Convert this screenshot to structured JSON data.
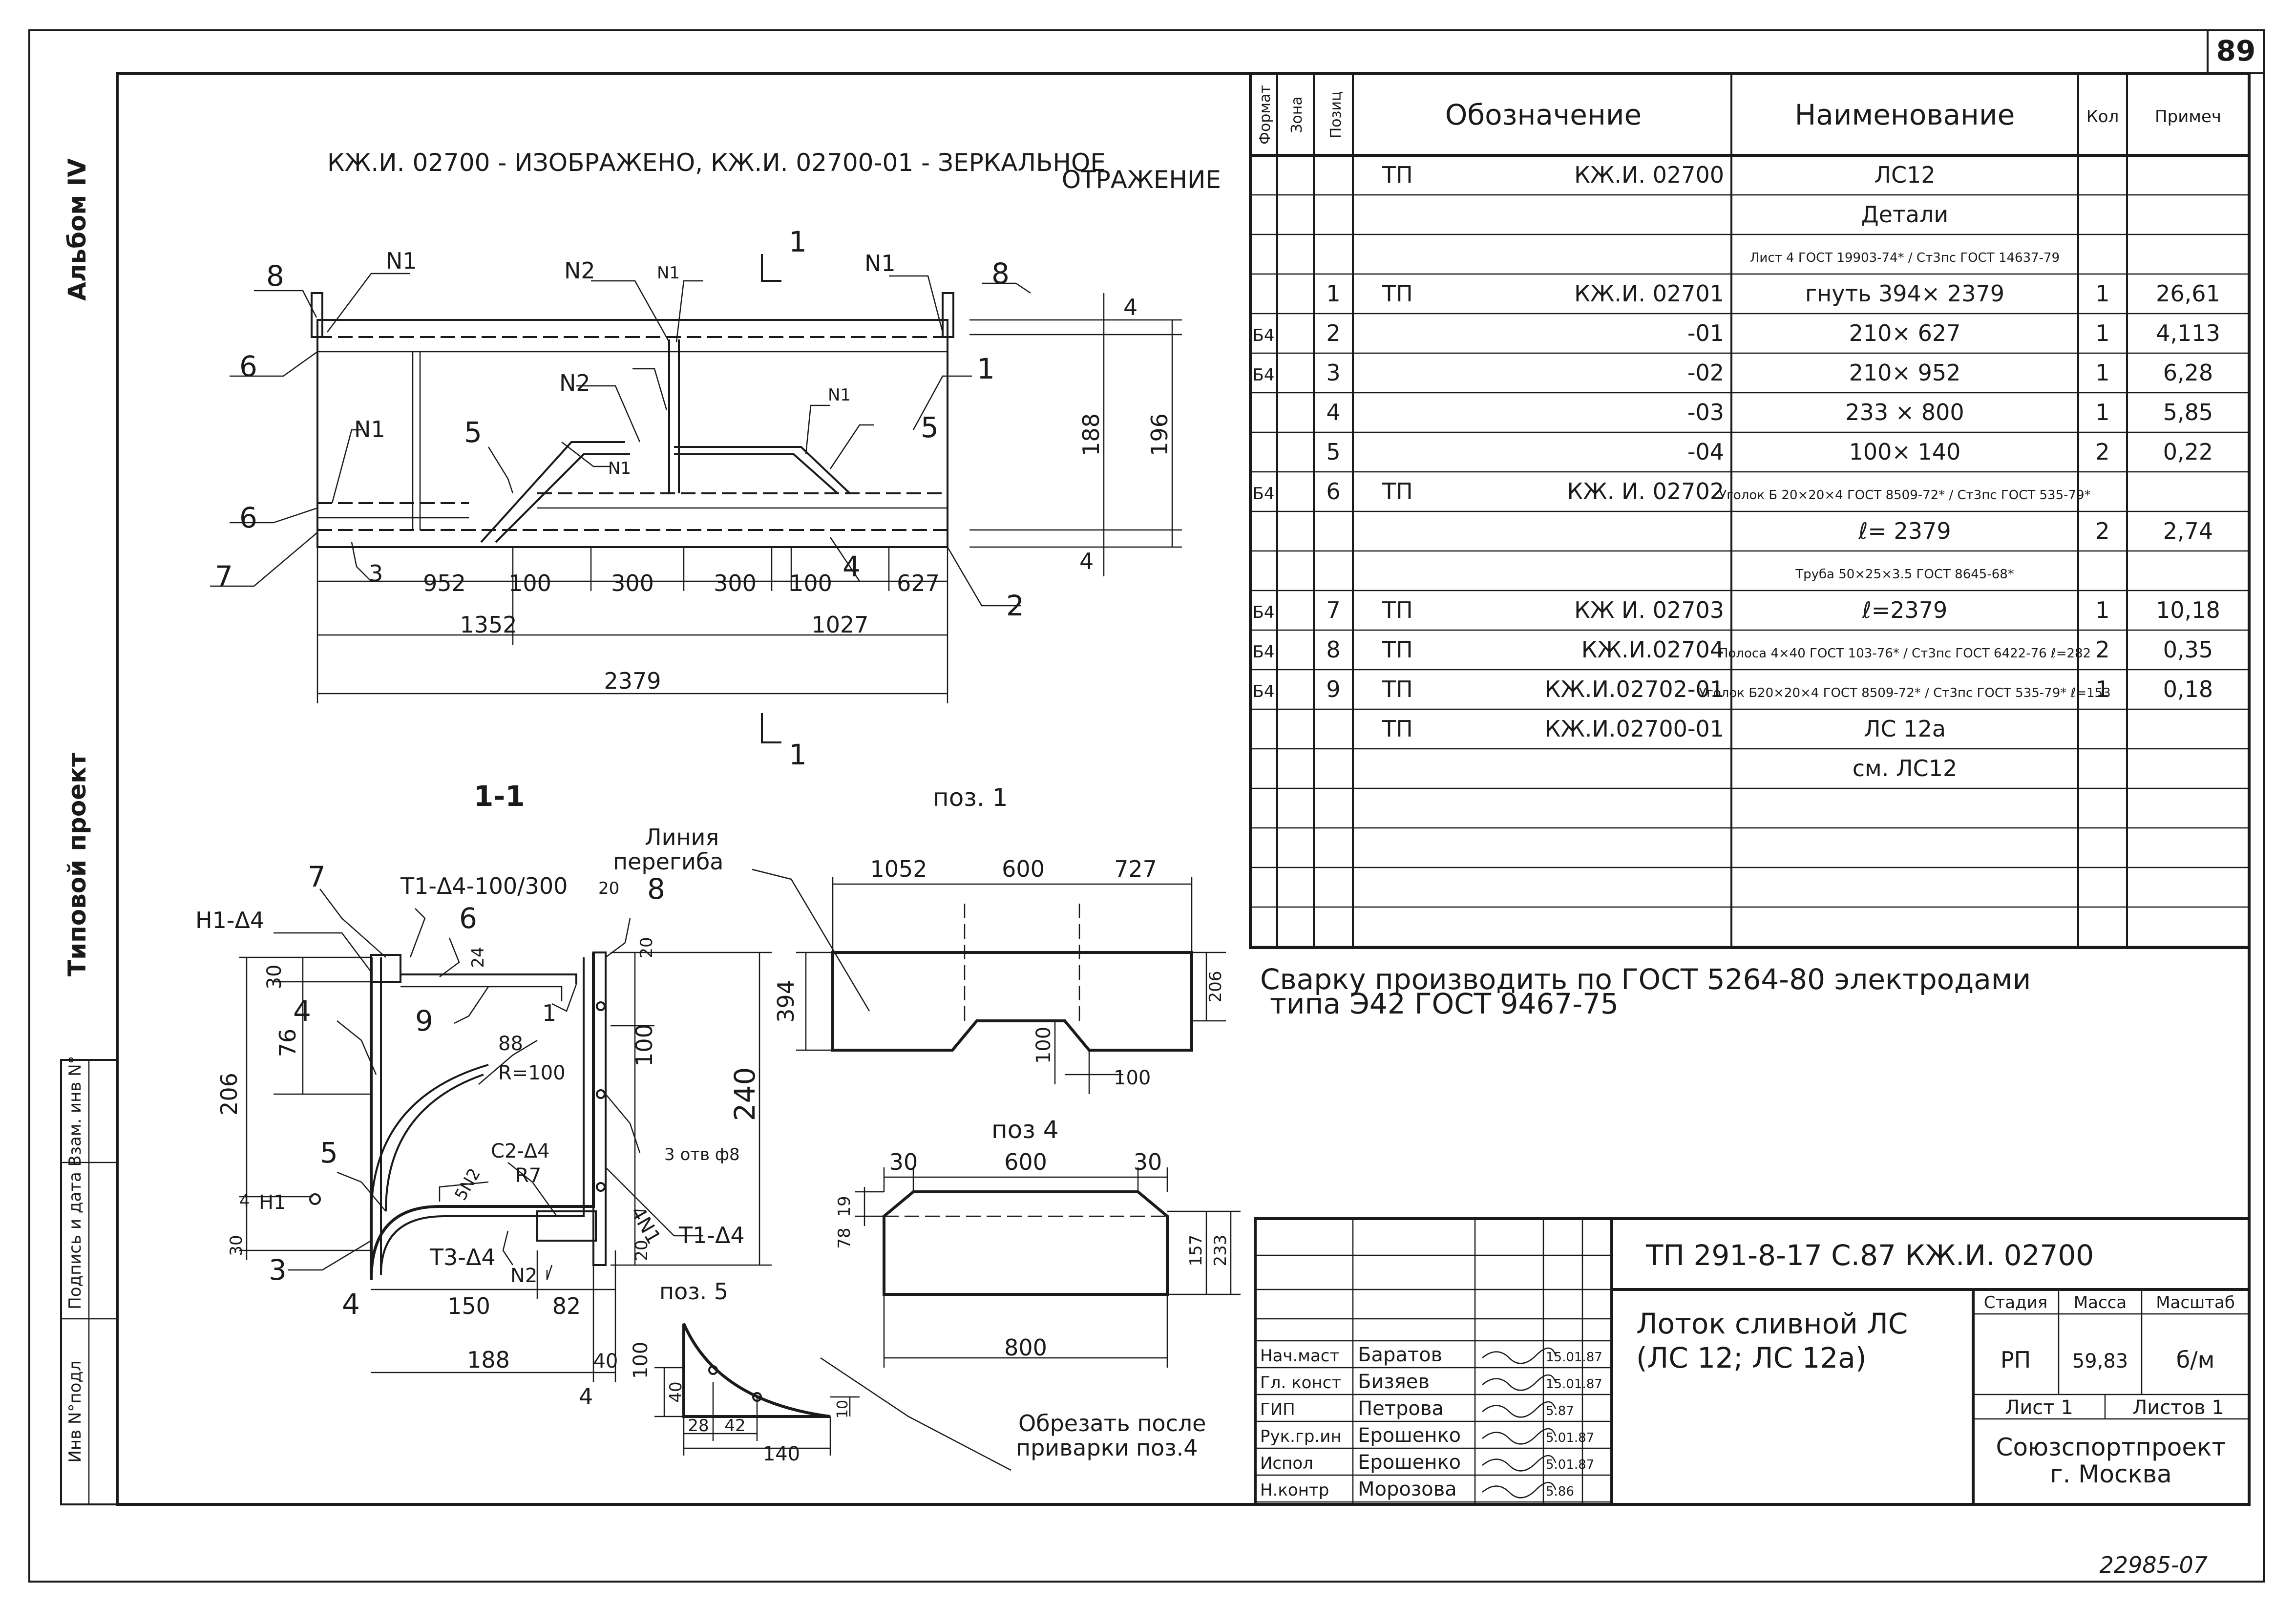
{
  "sheet_number": "89",
  "archive_number": "22985-07",
  "side": {
    "album": "Альбом IV",
    "project_type": "Типовой проект",
    "field_labels": [
      "Инв N°подл",
      "Подпись и дата",
      "Взам. инв N°"
    ]
  },
  "top_note_1": "КЖ.И. 02700 - ИЗОБРАЖЕНО, КЖ.И. 02700-01 - ЗЕРКАЛЬНОЕ",
  "top_note_2": "ОТРАЖЕНИЕ",
  "spec": {
    "headers": [
      "Формат",
      "Зона",
      "Позиц",
      "Обозначение",
      "Наименование",
      "Кол",
      "Примеч"
    ],
    "rows": [
      {
        "fmt": "",
        "pos": "",
        "code": "ТП",
        "desig": "КЖ.И. 02700",
        "name": "ЛС12",
        "qty": "",
        "note": ""
      },
      {
        "fmt": "",
        "pos": "",
        "code": "",
        "desig": "",
        "name": "Детали",
        "qty": "",
        "note": ""
      },
      {
        "fmt": "",
        "pos": "",
        "code": "",
        "desig": "",
        "name": "Лист 4 ГОСТ 19903-74* / Ст3пс ГОСТ 14637-79",
        "qty": "",
        "note": ""
      },
      {
        "fmt": "",
        "pos": "1",
        "code": "ТП",
        "desig": "КЖ.И. 02701",
        "name": "гнуть 394× 2379",
        "qty": "1",
        "note": "26,61"
      },
      {
        "fmt": "Б4",
        "pos": "2",
        "code": "",
        "desig": "-01",
        "name": "210× 627",
        "qty": "1",
        "note": "4,113"
      },
      {
        "fmt": "Б4",
        "pos": "3",
        "code": "",
        "desig": "-02",
        "name": "210× 952",
        "qty": "1",
        "note": "6,28"
      },
      {
        "fmt": "",
        "pos": "4",
        "code": "",
        "desig": "-03",
        "name": "233 × 800",
        "qty": "1",
        "note": "5,85"
      },
      {
        "fmt": "",
        "pos": "5",
        "code": "",
        "desig": "-04",
        "name": "100× 140",
        "qty": "2",
        "note": "0,22"
      },
      {
        "fmt": "Б4",
        "pos": "6",
        "code": "ТП",
        "desig": "КЖ. И. 02702",
        "name": "Уголок Б 20×20×4 ГОСТ 8509-72* / Ст3пс ГОСТ 535-79*",
        "qty": "",
        "note": ""
      },
      {
        "fmt": "",
        "pos": "",
        "code": "",
        "desig": "",
        "name": "ℓ= 2379",
        "qty": "2",
        "note": "2,74"
      },
      {
        "fmt": "",
        "pos": "",
        "code": "",
        "desig": "",
        "name": "Труба 50×25×3.5 ГОСТ 8645-68*",
        "qty": "",
        "note": ""
      },
      {
        "fmt": "Б4",
        "pos": "7",
        "code": "ТП",
        "desig": "КЖ И. 02703",
        "name": "ℓ=2379",
        "qty": "1",
        "note": "10,18"
      },
      {
        "fmt": "Б4",
        "pos": "8",
        "code": "ТП",
        "desig": "КЖ.И.02704",
        "name": "Полоса 4×40 ГОСТ 103-76* / Ст3пс ГОСТ 6422-76 ℓ=282",
        "qty": "2",
        "note": "0,35"
      },
      {
        "fmt": "Б4",
        "pos": "9",
        "code": "ТП",
        "desig": "КЖ.И.02702-01",
        "name": "Уголок Б20×20×4 ГОСТ 8509-72* / Ст3пс ГОСТ 535-79* ℓ=153",
        "qty": "1",
        "note": "0,18"
      },
      {
        "fmt": "",
        "pos": "",
        "code": "ТП",
        "desig": "КЖ.И.02700-01",
        "name": "ЛС 12а",
        "qty": "",
        "note": ""
      },
      {
        "fmt": "",
        "pos": "",
        "code": "",
        "desig": "",
        "name": "см. ЛС12",
        "qty": "",
        "note": ""
      },
      {
        "fmt": "",
        "pos": "",
        "code": "",
        "desig": "",
        "name": "",
        "qty": "",
        "note": ""
      },
      {
        "fmt": "",
        "pos": "",
        "code": "",
        "desig": "",
        "name": "",
        "qty": "",
        "note": ""
      },
      {
        "fmt": "",
        "pos": "",
        "code": "",
        "desig": "",
        "name": "",
        "qty": "",
        "note": ""
      },
      {
        "fmt": "",
        "pos": "",
        "code": "",
        "desig": "",
        "name": "",
        "qty": "",
        "note": ""
      }
    ]
  },
  "welding_note_1": "Сварку производить по ГОСТ 5264-80   электродами",
  "welding_note_2": "типа Э42 ГОСТ 9467-75",
  "front_view": {
    "labels": [
      "8",
      "N1",
      "N2",
      "N1",
      "1",
      "N1",
      "8",
      "6",
      "N2",
      "N1",
      "1",
      "5",
      "N1",
      "5",
      "N1",
      "6",
      "7",
      "3",
      "4",
      "2"
    ],
    "section_mark": "1",
    "dims_bottom": [
      "952",
      "100",
      "300",
      "300",
      "100",
      "627"
    ],
    "dims_mid": [
      "1352",
      "1027"
    ],
    "dim_total": "2379",
    "dims_right": [
      "4",
      "188",
      "196",
      "4"
    ]
  },
  "section_1_1": {
    "title": "1-1",
    "labels": [
      "7",
      "Т1-Δ4-100/300",
      "Н1-Δ4",
      "6",
      "8",
      "4",
      "9",
      "1",
      "5",
      "С2-Δ4",
      "Н1",
      "3",
      "Т3-Δ4",
      "N2",
      "Т1-Δ4",
      "4",
      "4N1",
      "5N2",
      "3 отв ф8",
      "R7",
      "R=100"
    ],
    "dims": [
      "20",
      "30",
      "24",
      "20",
      "76",
      "88",
      "206",
      "100",
      "240",
      "4",
      "30",
      "20",
      "150",
      "82",
      "188",
      "40",
      "100",
      "4"
    ]
  },
  "pos1": {
    "title": "поз. 1",
    "bend_label_1": "Линия",
    "bend_label_2": "перегиба",
    "dims": [
      "1052",
      "600",
      "727",
      "394",
      "206",
      "100",
      "100"
    ]
  },
  "pos4": {
    "title": "поз 4",
    "dims": [
      "30",
      "600",
      "30",
      "19",
      "78",
      "157",
      "233",
      "800"
    ]
  },
  "pos5": {
    "title": "поз. 5",
    "dims": [
      "40",
      "28",
      "42",
      "140",
      "10"
    ],
    "note_1": "Обрезать после",
    "note_2": "приварки  поз.4"
  },
  "title_block": {
    "doc_code": "ТП 291-8-17 С.87 КЖ.И.   02700",
    "product_1": "Лоток сливной ЛС",
    "product_2": "(ЛС 12;   ЛС 12а)",
    "stage_header": "Стадия",
    "mass_header": "Масса",
    "scale_header": "Масштаб",
    "stage": "РП",
    "mass": "59,83",
    "scale": "б/м",
    "sheet_label": "Лист 1",
    "sheets_label": "Листов 1",
    "org_1": "Союзспортпроект",
    "org_2": "г. Москва",
    "people": [
      {
        "role": "Нач.маст",
        "name": "Баратов",
        "date": "15.01.87"
      },
      {
        "role": "Гл. конст",
        "name": "Бизяев",
        "date": "15.01.87"
      },
      {
        "role": "ГИП",
        "name": "Петрова",
        "date": "5.87"
      },
      {
        "role": "Рук.гр.ин",
        "name": "Ерошенко",
        "date": "5.01.87"
      },
      {
        "role": "Испол",
        "name": "Ерошенко",
        "date": "5.01.87"
      },
      {
        "role": "Н.контр",
        "name": "Морозова",
        "date": "5.86"
      }
    ]
  }
}
